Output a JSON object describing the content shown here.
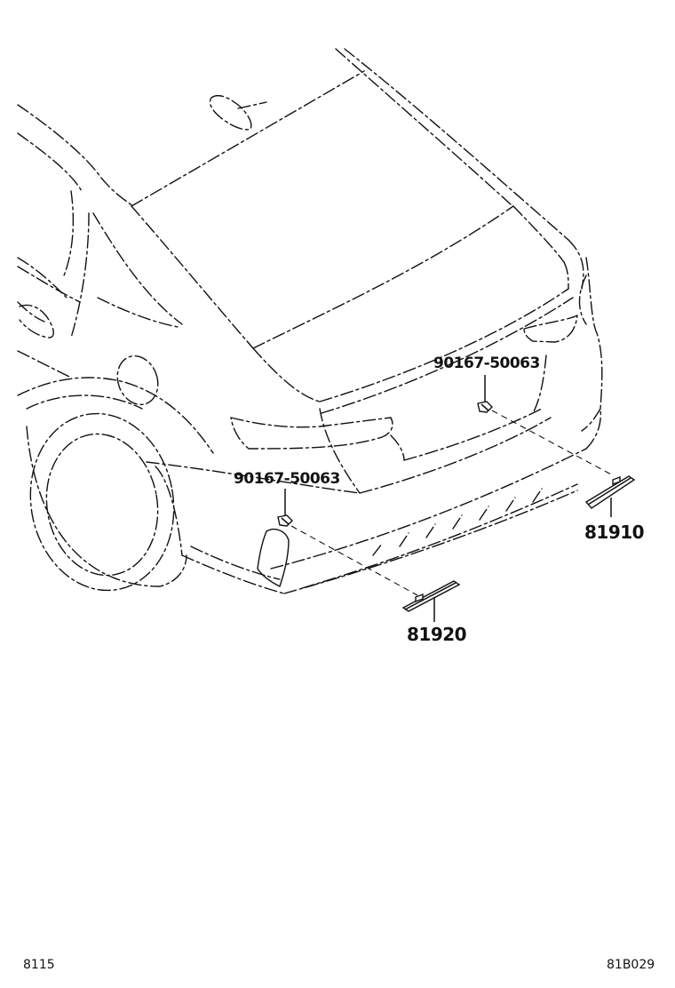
{
  "callouts": {
    "clip_upper": "90167-50063",
    "clip_lower": "90167-50063",
    "reflector_right": "81910",
    "reflector_left": "81920"
  },
  "footer": {
    "figure_code": "8115",
    "illustration_code": "81B029"
  }
}
